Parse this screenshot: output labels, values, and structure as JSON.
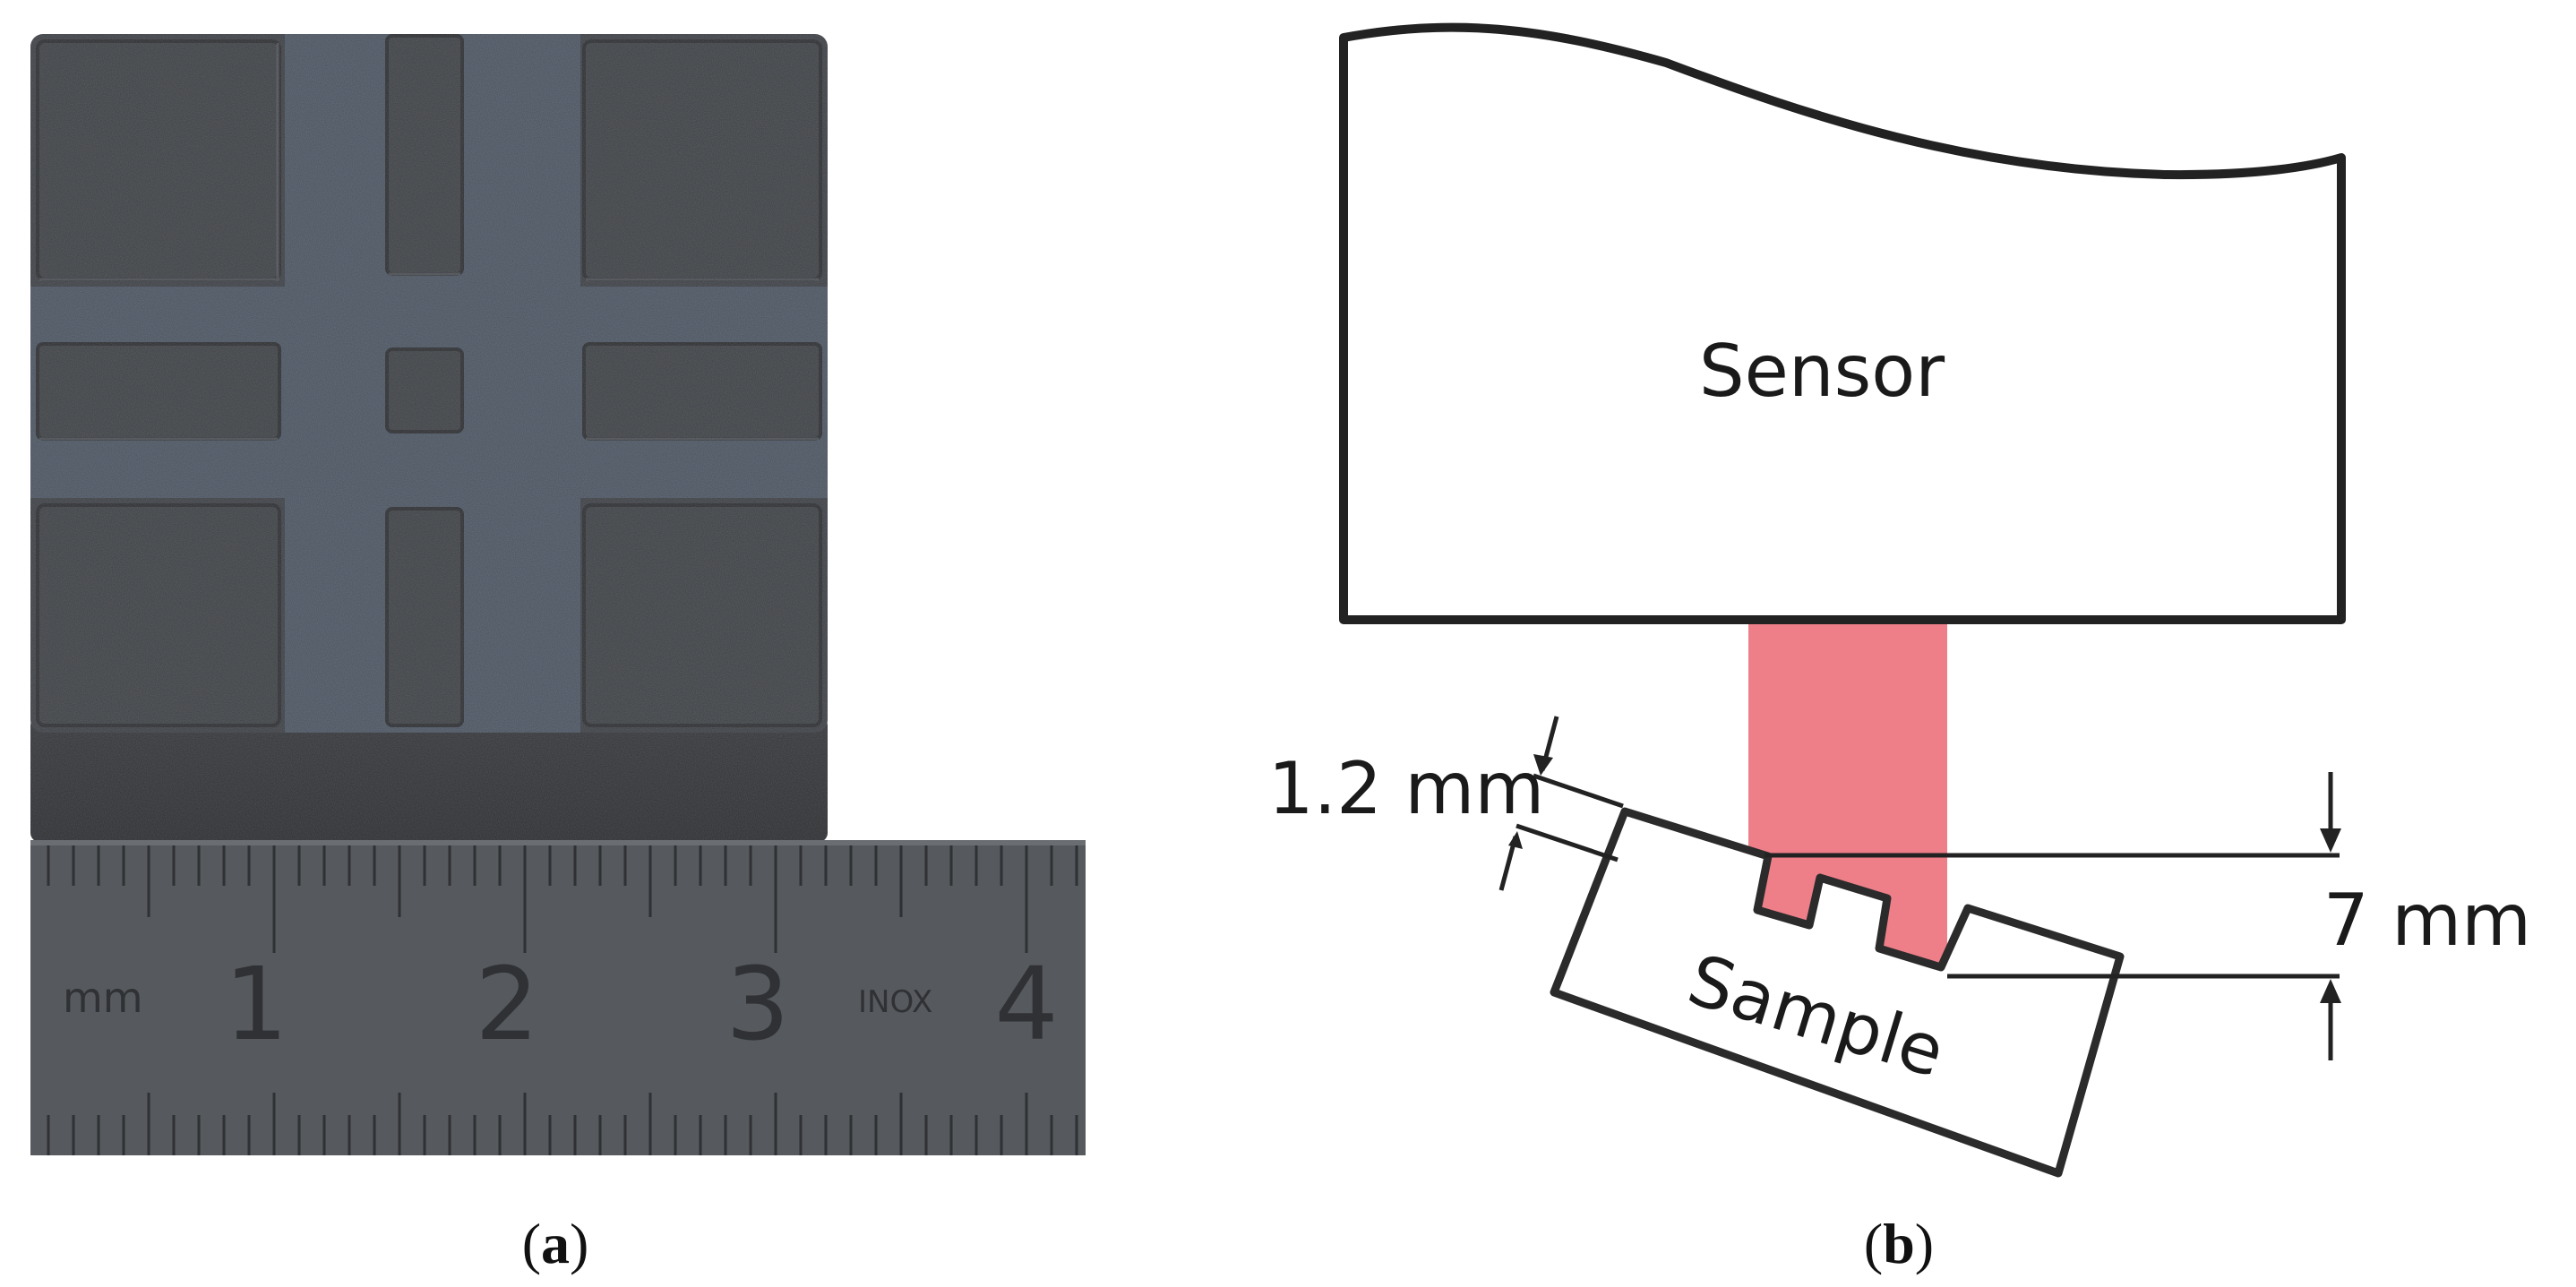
{
  "panel_a": {
    "ruler": {
      "unit_label": "mm",
      "numbers": [
        "1",
        "2",
        "3",
        "4"
      ],
      "brand": "INOX"
    },
    "caption_letter": "a"
  },
  "panel_b": {
    "sensor_label": "Sensor",
    "sample_label": "Sample",
    "dim_depth_label": "1.2 mm",
    "dim_height_label": "7 mm",
    "caption_letter": "b"
  },
  "colors": {
    "block_dark": "#3d4045",
    "block_groove": "#4b5360",
    "ruler": "#56595d",
    "laser_beam": "#ee7f89",
    "outline": "#222222"
  }
}
